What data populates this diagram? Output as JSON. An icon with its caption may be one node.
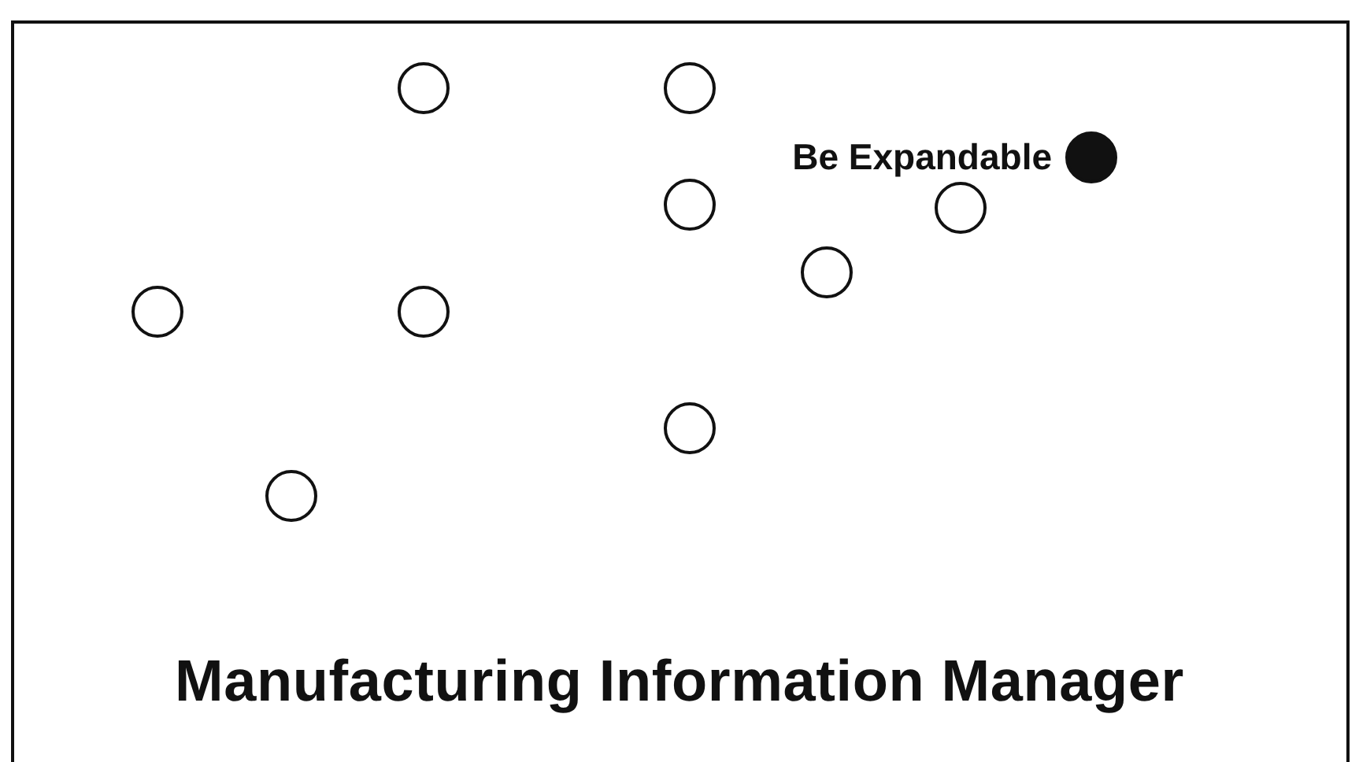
{
  "diagram": {
    "title": "Manufacturing Information Manager",
    "nodes": [
      {
        "text": [],
        "shape": "circle"
      },
      {
        "text": [],
        "shape": "circle"
      },
      {
        "text": [],
        "shape": "circle",
        "beside": [
          "Be Expandable"
        ]
      },
      {
        "text": [],
        "shape": "circle"
      },
      {
        "text": [],
        "shape": "circle"
      },
      {
        "text": [],
        "shape": "circle"
      },
      {
        "text": [],
        "shape": "circle"
      },
      {
        "text": [],
        "shape": "circle"
      },
      {
        "text": [],
        "shape": "circle"
      },
      {
        "text": [],
        "shape": "circle"
      }
    ]
  }
}
